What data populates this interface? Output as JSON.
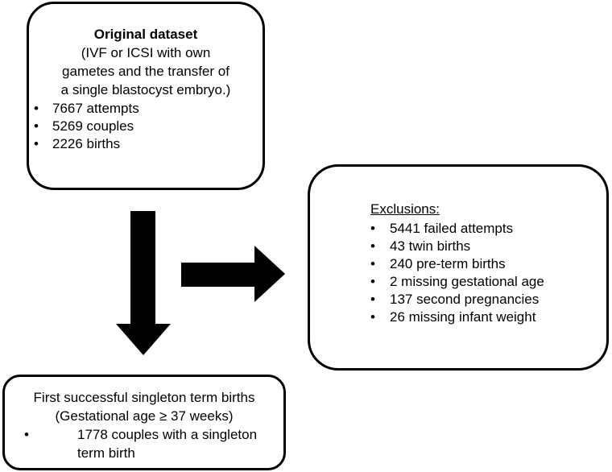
{
  "original": {
    "title": "Original dataset",
    "subtitle_lines": [
      "(IVF or ICSI with own",
      "gametes and the transfer of",
      "a single blastocyst embryo.)"
    ],
    "items": [
      "7667 attempts",
      "5269 couples",
      "2226 births"
    ]
  },
  "exclusions": {
    "title": "Exclusions:",
    "items": [
      "5441 failed attempts",
      "43 twin births",
      "240 pre-term births",
      "2 missing gestational age",
      "137 second pregnancies",
      "26 missing infant weight"
    ]
  },
  "final": {
    "title_lines": [
      "First successful singleton term births",
      "(Gestational age ≥ 37 weeks)"
    ],
    "item_lines": [
      "1778 couples with a singleton",
      "term birth"
    ]
  },
  "bullet_glyph": "•",
  "colors": {
    "stroke": "#000000",
    "arrow_fill": "#000000",
    "background": "#ffffff"
  }
}
